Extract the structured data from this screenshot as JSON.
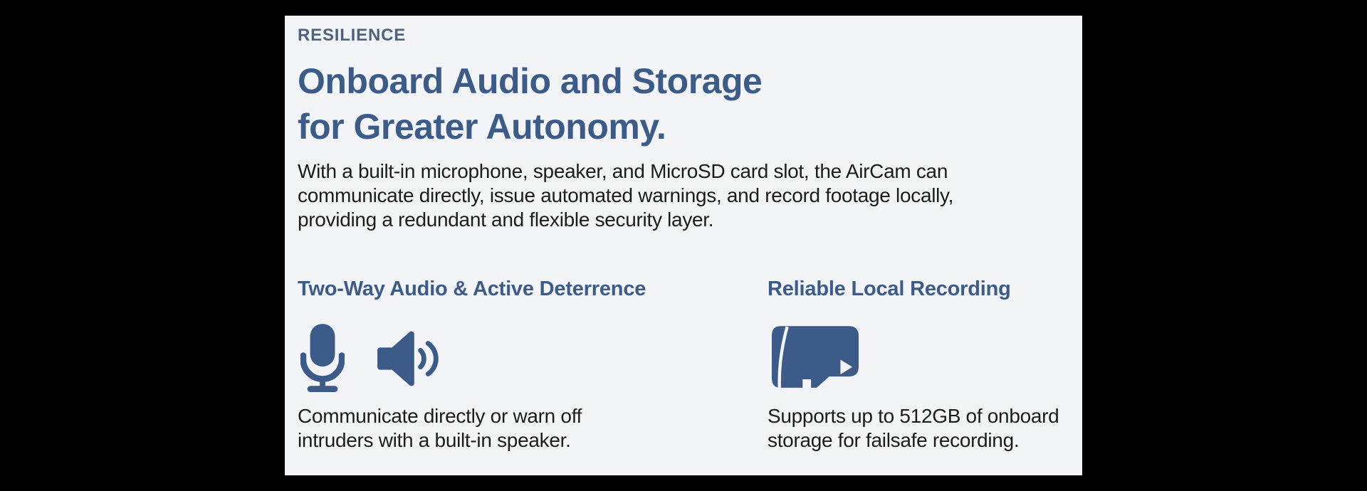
{
  "card": {
    "eyebrow": "RESILIENCE",
    "heading": "Onboard Audio and Storage\nfor Greater Autonomy.",
    "paragraph": "With a built-in microphone, speaker, and MicroSD card slot, the AirCam can\ncommunicate directly, issue automated warnings, and record footage locally,\nproviding a redundant and flexible security layer.",
    "features": [
      {
        "title": "Two-Way Audio & Active Deterrence",
        "icons": [
          "microphone-icon",
          "speaker-icon"
        ],
        "caption": "Communicate directly or warn off\nintruders with a built-in speaker."
      },
      {
        "title": "Reliable Local Recording",
        "icons": [
          "microsd-card-icon"
        ],
        "caption": "Supports up to 512GB of onboard\nstorage for failsafe recording."
      }
    ]
  },
  "colors": {
    "page_bg": "#000000",
    "card_bg": "#f2f4f7",
    "accent": "#3c5b88",
    "eyebrow_color": "#4c627f",
    "body_text": "#1c1c1e"
  }
}
